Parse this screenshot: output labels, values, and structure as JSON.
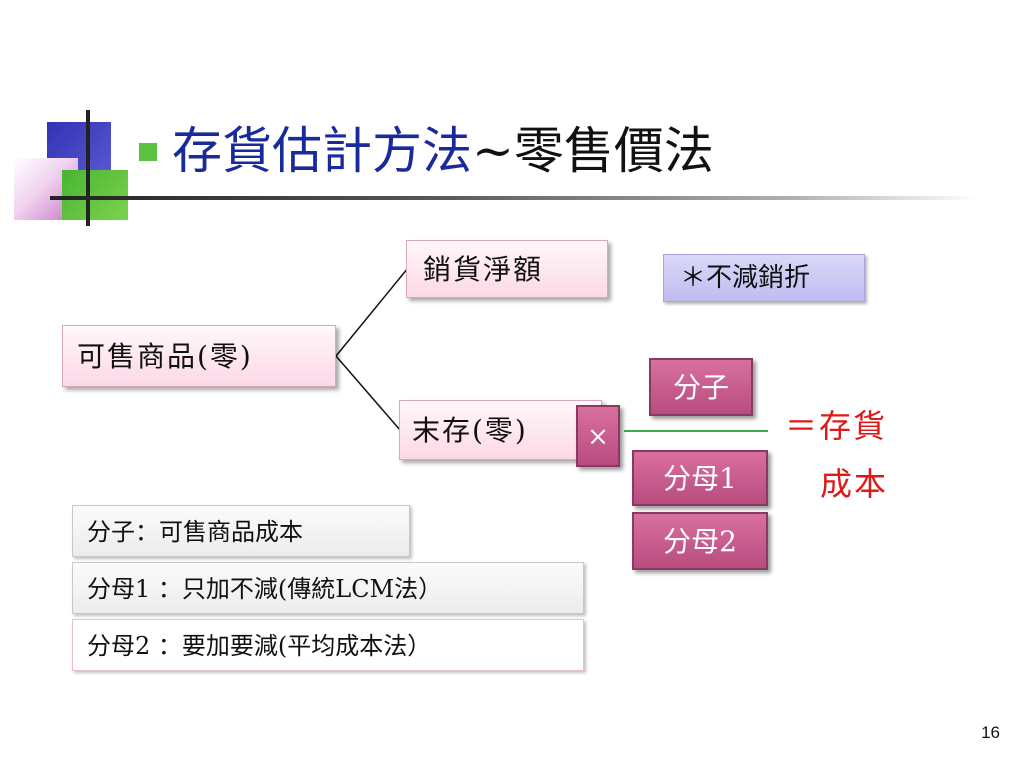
{
  "title": {
    "main": "存貨估計方法",
    "suffix": "~零售價法"
  },
  "diagram": {
    "available_goods": "可售商品(零)",
    "net_sales": "銷貨淨額",
    "ending_inventory": "末存(零)",
    "multiply_sign": "×",
    "numerator": "分子",
    "denominator1": "分母1",
    "denominator2": "分母2",
    "result_line1": "＝存貨",
    "result_line2": "成本",
    "note": "＊不減銷折"
  },
  "definitions": {
    "numerator": "分子：可售商品成本",
    "denominator1": "分母1 ：只加不減(傳統LCM法）",
    "denominator2": "分母2 ：要加要減(平均成本法）"
  },
  "page_number": "16",
  "colors": {
    "title": "#1a2a9a",
    "result": "#e01818",
    "dark_box": "#c0588a",
    "light_box": "#fcd8e6",
    "note_box": "#c8c4f2",
    "fraction_line": "#3aaa50"
  }
}
